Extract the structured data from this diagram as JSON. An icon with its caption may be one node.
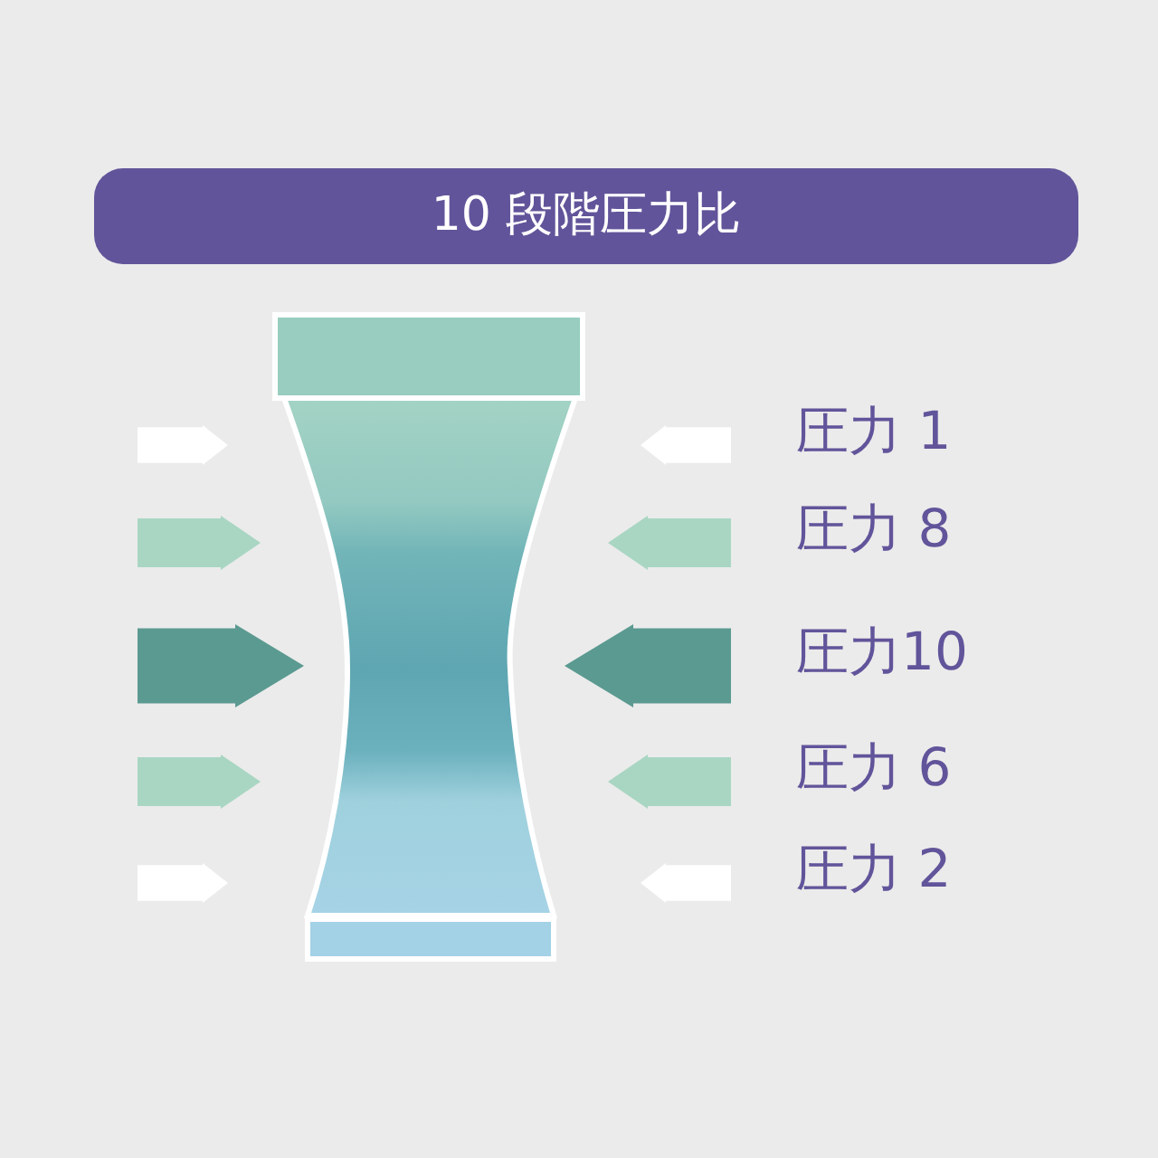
{
  "diagram": {
    "title": "10 段階圧力比",
    "labels": [
      "圧力 1",
      "圧力 8",
      "圧力10",
      "圧力 6",
      "圧力 2"
    ]
  }
}
